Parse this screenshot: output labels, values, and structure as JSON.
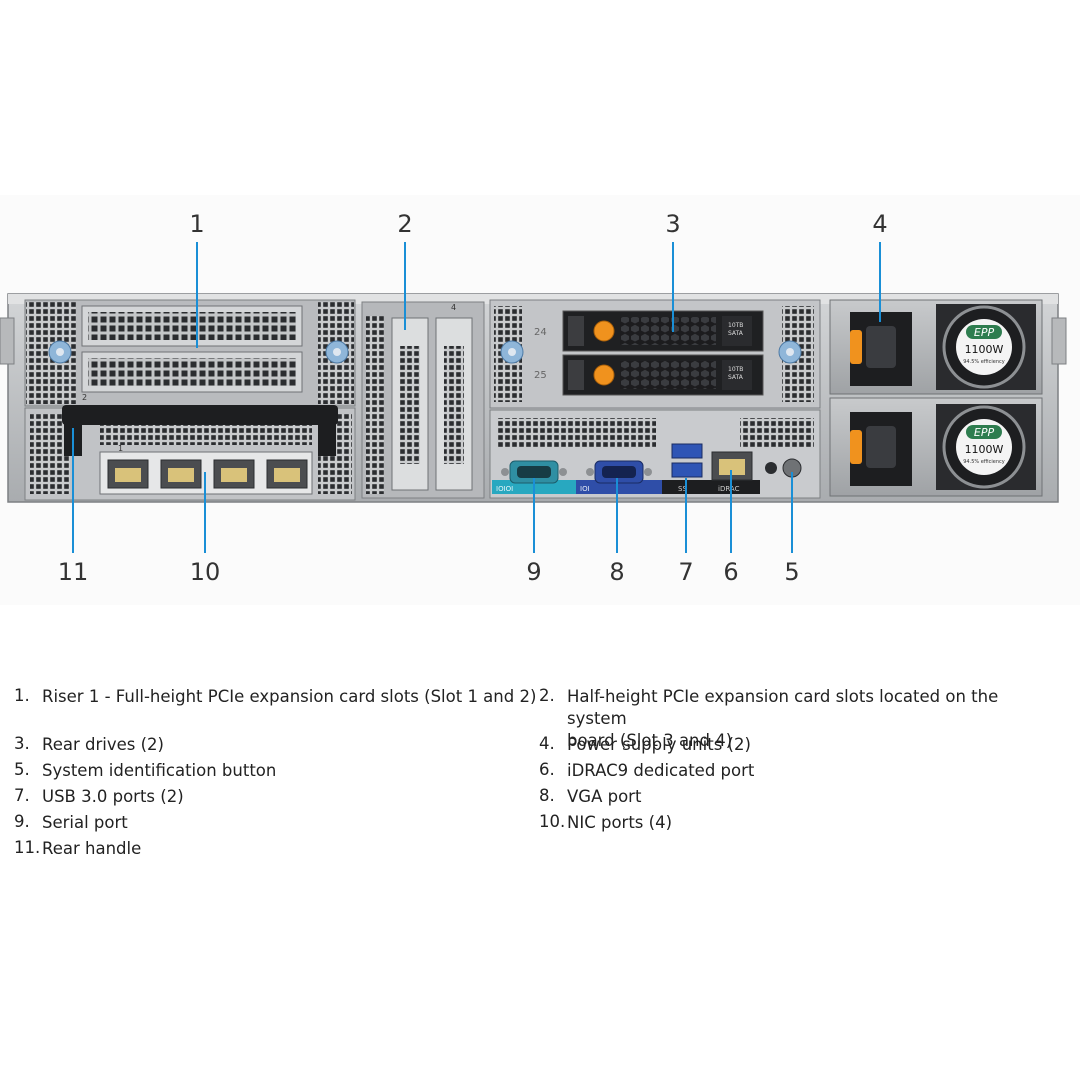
{
  "diagram": {
    "callouts": [
      {
        "num": "1",
        "label": "Riser 1 - Full-height PCIe expansion card slots (Slot 1 and 2)"
      },
      {
        "num": "2",
        "label": "Half-height PCIe expansion card slots located on the system board (Slot 3 and 4)"
      },
      {
        "num": "3",
        "label": "Rear drives (2)"
      },
      {
        "num": "4",
        "label": "Power supply units (2)"
      },
      {
        "num": "5",
        "label": "System identification button"
      },
      {
        "num": "6",
        "label": "iDRAC9 dedicated port"
      },
      {
        "num": "7",
        "label": "USB 3.0 ports (2)"
      },
      {
        "num": "8",
        "label": "VGA port"
      },
      {
        "num": "9",
        "label": "Serial port"
      },
      {
        "num": "10",
        "label": "NIC ports (4)"
      },
      {
        "num": "11",
        "label": "Rear handle"
      }
    ],
    "hardware_text": {
      "psu_badge": "EPP",
      "psu_watt": "1100W",
      "psu_eff": "94.5% efficiency",
      "drive_bay_24": "24",
      "drive_bay_25": "25",
      "drive_cap": "10TB",
      "drive_type": "SATA",
      "slot_4_label": "4",
      "riser_label": "2",
      "nic_label": "1",
      "serial_icon": "IOIOI",
      "vga_icon": "IOI",
      "usb_label": "SS",
      "idrac_label": "iDRAC"
    },
    "colors": {
      "callout_line": "#1a8fd6",
      "chassis": "#9a9da0",
      "serial_band": "#28a8c0",
      "vga_band": "#2f4ea8",
      "psu_badge": "#2e7d4f",
      "latch_orange": "#f0921e"
    }
  },
  "legend": [
    {
      "num": "1.",
      "text": "Riser 1 - Full-height PCIe expansion card slots (Slot 1 and 2)"
    },
    {
      "num": "2.",
      "text": "Half-height PCIe expansion card slots located on the system",
      "text2": "board (Slot 3 and 4)"
    },
    {
      "num": "3.",
      "text": "Rear drives (2)"
    },
    {
      "num": "4.",
      "text": "Power supply units (2)"
    },
    {
      "num": "5.",
      "text": "System identification button"
    },
    {
      "num": "6.",
      "text": "iDRAC9 dedicated port"
    },
    {
      "num": "7.",
      "text": "USB 3.0 ports (2)"
    },
    {
      "num": "8.",
      "text": "VGA port"
    },
    {
      "num": "9.",
      "text": "Serial port"
    },
    {
      "num": "10.",
      "text": "NIC ports (4)"
    },
    {
      "num": "11.",
      "text": "Rear handle"
    }
  ]
}
